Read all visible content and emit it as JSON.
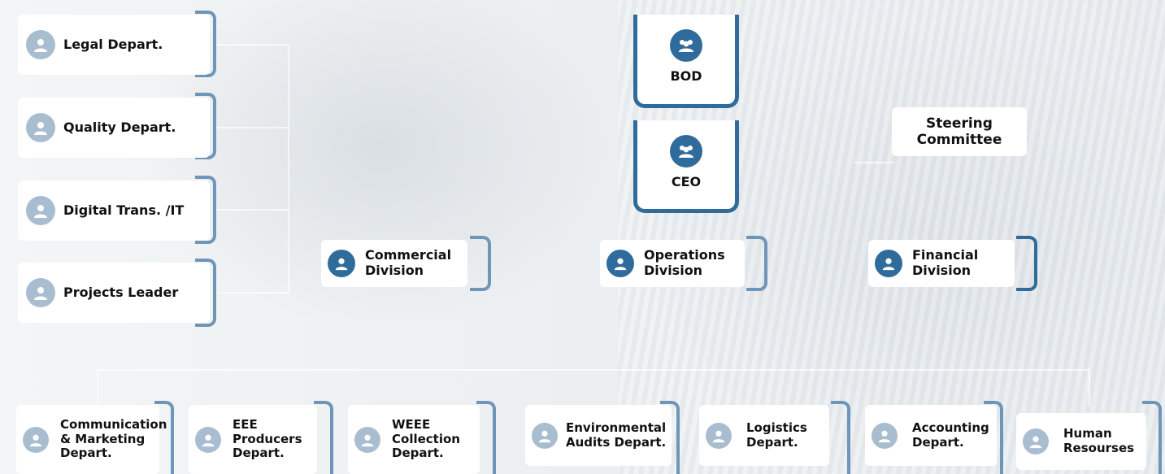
{
  "executive": {
    "bod_label": "BOD",
    "ceo_label": "CEO",
    "steering_label": "Steering\nCommittee"
  },
  "staff": [
    {
      "label": "Legal Depart."
    },
    {
      "label": "Quality Depart."
    },
    {
      "label": "Digital Trans. /IT"
    },
    {
      "label": "Projects Leader"
    }
  ],
  "divisions": [
    {
      "label": "Commercial\nDivision"
    },
    {
      "label": "Operations\nDivision"
    },
    {
      "label": "Financial\nDivision"
    }
  ],
  "departments": [
    {
      "label": "Communication\n& Marketing\nDepart."
    },
    {
      "label": "EEE\nProducers\nDepart."
    },
    {
      "label": "WEEE\nCollection\nDepart."
    },
    {
      "label": "Environmental\nAudits Depart."
    },
    {
      "label": "Logistics\nDepart."
    },
    {
      "label": "Accounting\nDepart."
    },
    {
      "label": "Human\nResourses"
    }
  ],
  "colors": {
    "accent_dark": "#2f6c9b",
    "accent_light": "#6f95b8",
    "icon_light": "#a9bdd0",
    "box": "#ffffff"
  },
  "icons": {
    "person": "person-icon",
    "group": "group-icon"
  }
}
